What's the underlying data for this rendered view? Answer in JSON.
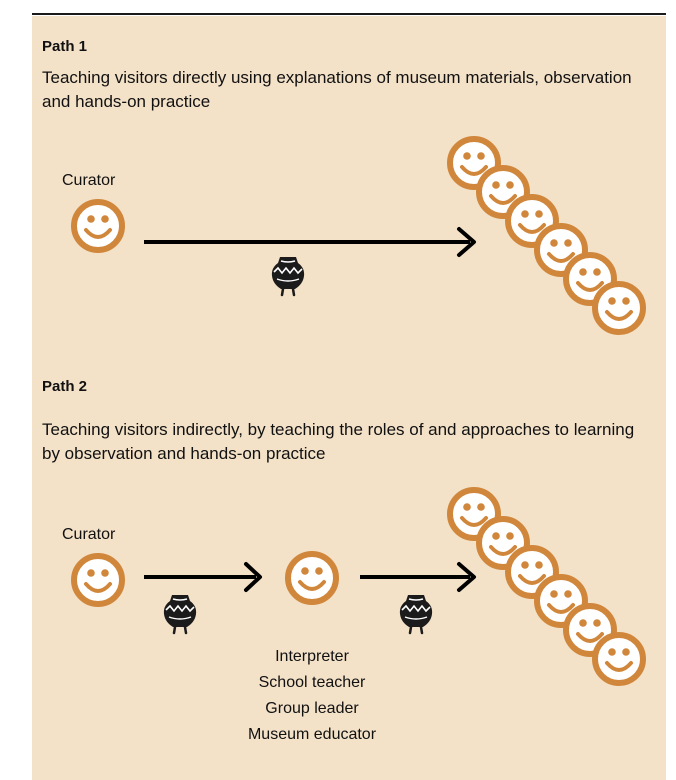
{
  "path1": {
    "heading": "Path 1",
    "description": "Teaching visitors directly using explanations of museum materials, observation and hands-on practice",
    "source_label": "Curator"
  },
  "path2": {
    "heading": "Path 2",
    "description": "Teaching visitors indirectly, by teaching the roles of and approaches to learning by observation and hands-on practice",
    "source_label": "Curator",
    "intermediary_roles": [
      "Interpreter",
      "School teacher",
      "Group leader",
      "Museum educator"
    ]
  },
  "colors": {
    "panel": "#f3e1c8",
    "face_stroke": "#d0873c",
    "face_fill": "#ffffff",
    "arrow": "#000000"
  },
  "icons": {
    "person": "smiley-face-icon",
    "artifact": "clay-pot-icon"
  }
}
